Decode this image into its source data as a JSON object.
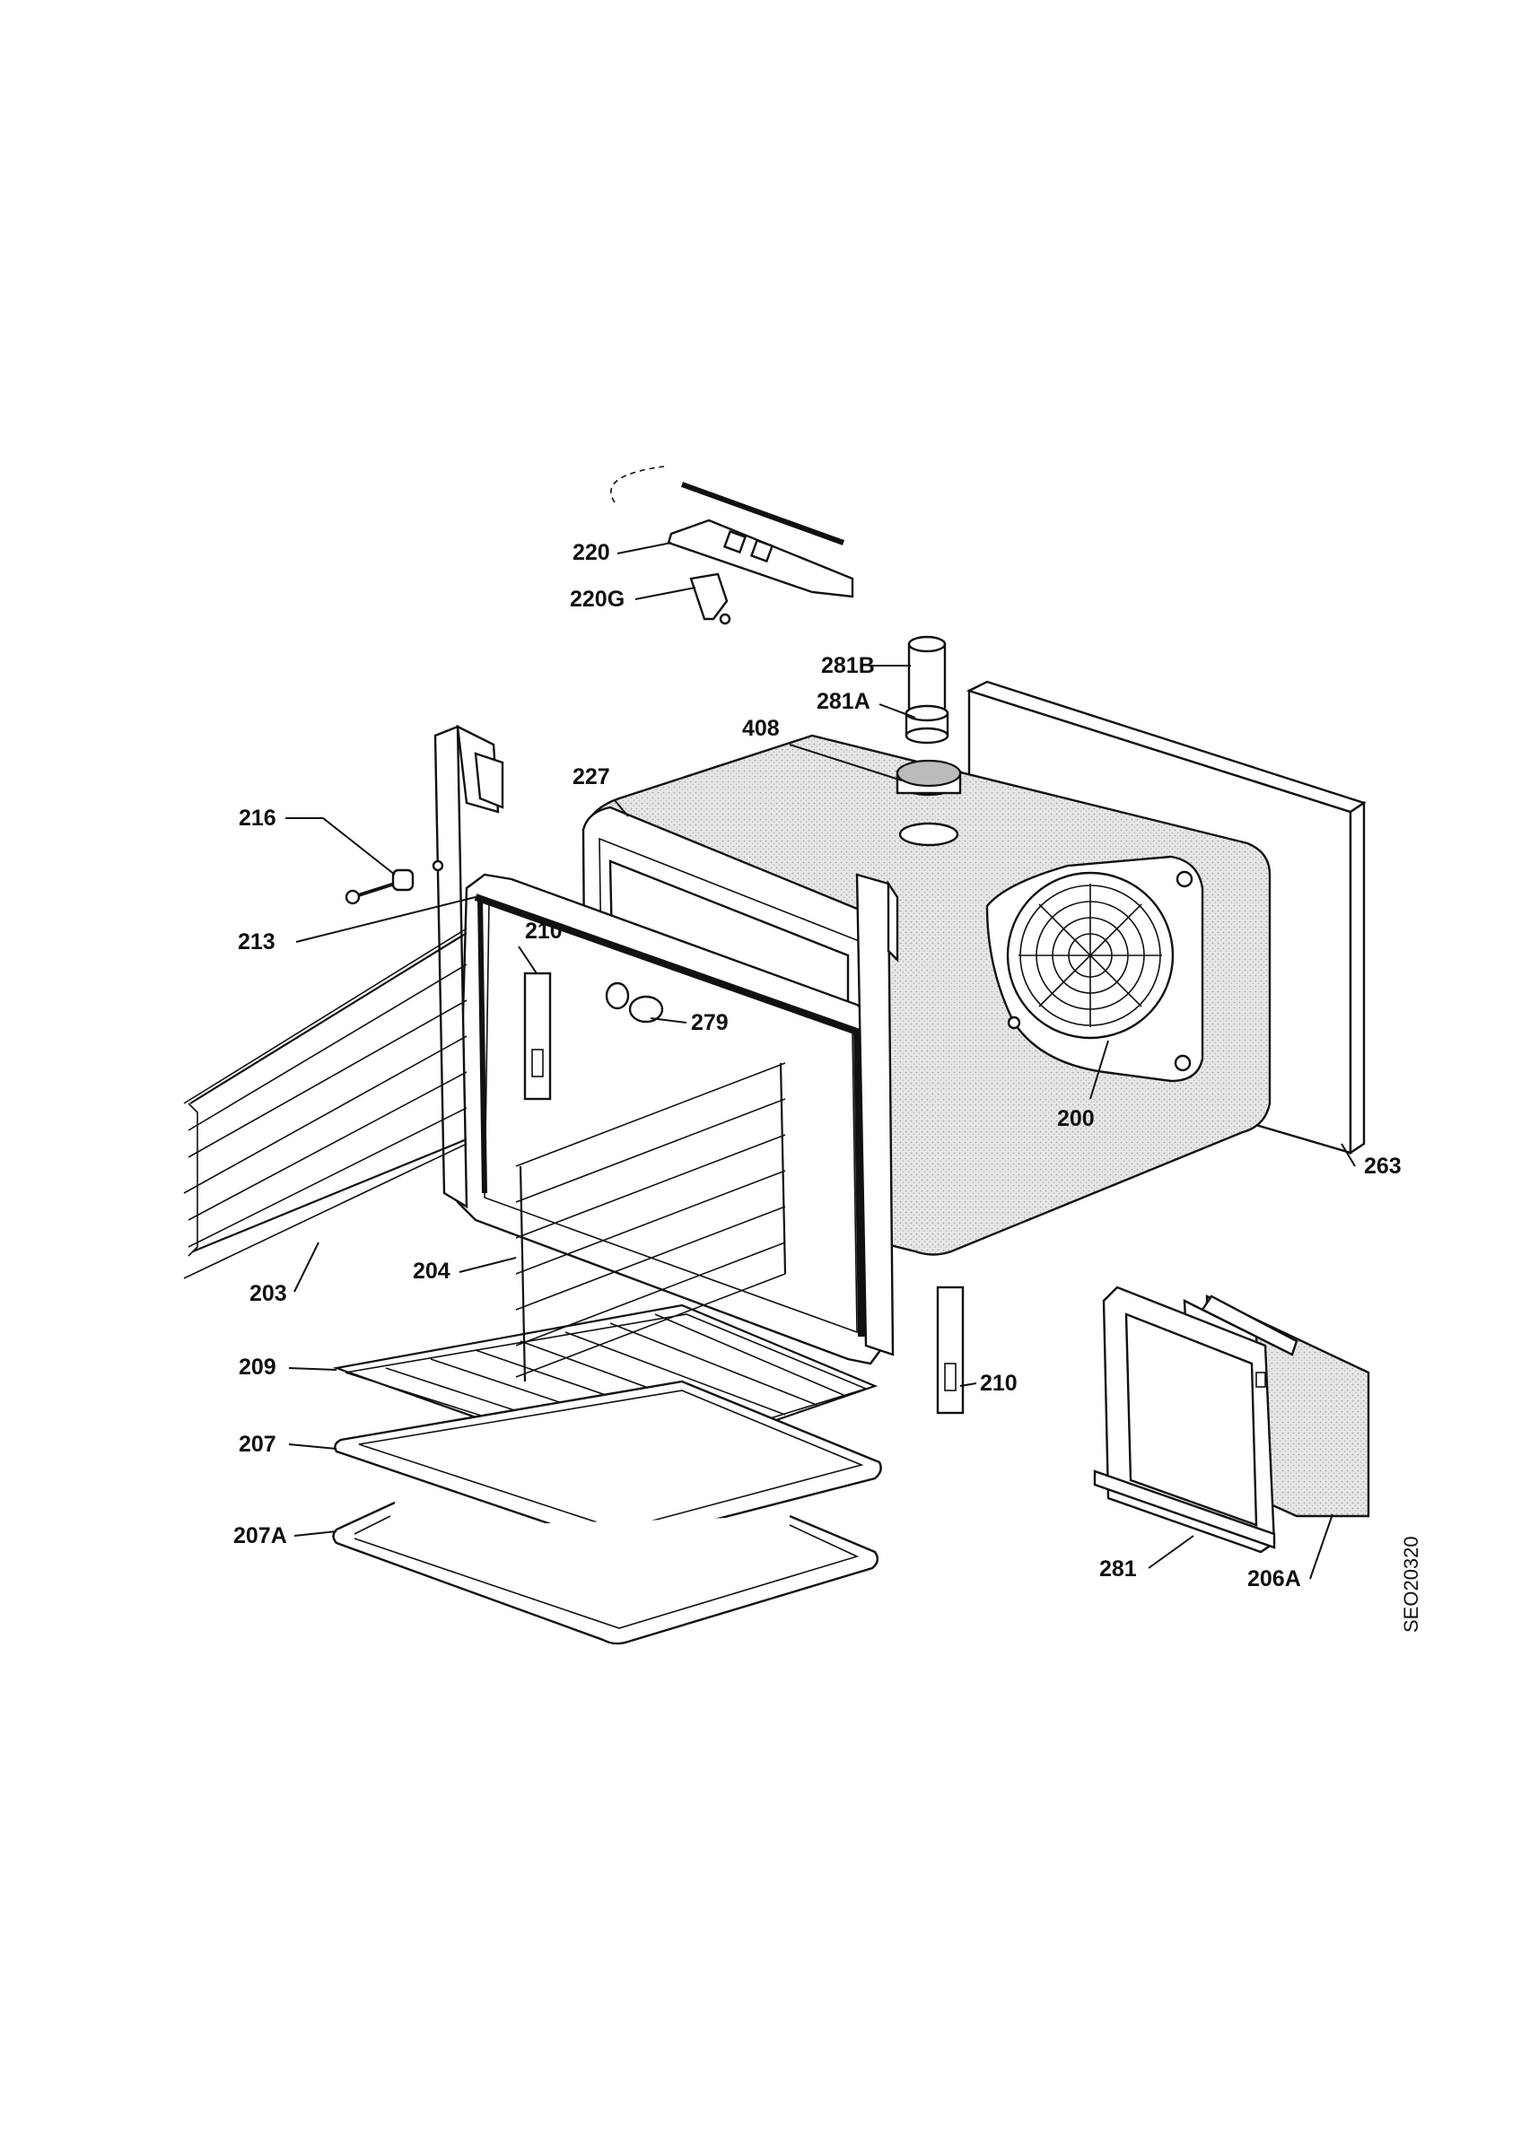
{
  "diagram": {
    "drawing_code": "SEO20320",
    "callouts": {
      "p220": "220",
      "p220G": "220G",
      "p281B": "281B",
      "p281A": "281A",
      "p408": "408",
      "p227": "227",
      "p216": "216",
      "p213": "213",
      "p210_top": "210",
      "p279": "279",
      "p200": "200",
      "p263": "263",
      "p203": "203",
      "p204": "204",
      "p209": "209",
      "p210_bottom": "210",
      "p207": "207",
      "p207A": "207A",
      "p281": "281",
      "p206A": "206A"
    }
  }
}
